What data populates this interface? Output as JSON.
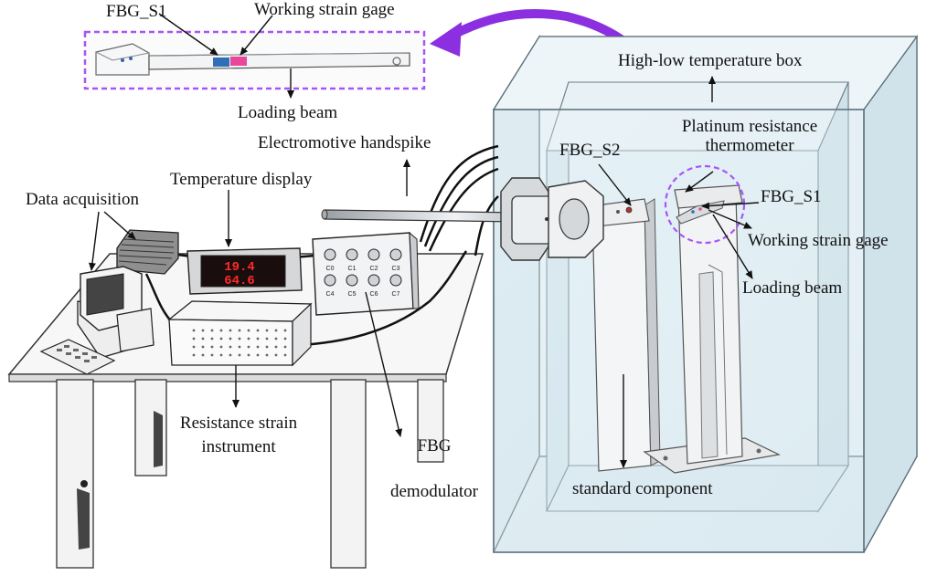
{
  "labels": {
    "fbg_s1_top": "FBG_S1",
    "working_strain_gage_top": "Working strain gage",
    "loading_beam_top": "Loading beam",
    "high_low_temp_box": "High-low temperature  box",
    "platinum_line1": "Platinum resistance",
    "platinum_line2": "thermometer",
    "electromotive_handspike": "Electromotive handspike",
    "fbg_s2": "FBG_S2",
    "fbg_s1_right": "FBG_S1",
    "temperature_display": "Temperature display",
    "data_acquisition": "Data acquisition",
    "working_strain_gage_right": "Working strain gage",
    "loading_beam_right": "Loading beam",
    "resistance_line1": "Resistance strain",
    "resistance_line2": "instrument",
    "fbg_demod_line1": "FBG",
    "fbg_demod_line2": "demodulator",
    "standard_component": "standard component"
  },
  "display": {
    "temp_row1": "19.4",
    "temp_row2": "64.6"
  },
  "demodulator_channels": [
    "C0",
    "C1",
    "C2",
    "C3",
    "C4",
    "C5",
    "C6",
    "C7"
  ],
  "colors": {
    "highlight_dashed": "#a855f7",
    "curved_arrow": "#8b2fe0",
    "box_glass": "#e6f1f6",
    "box_edge": "#5a6e78",
    "fbg_blue": "#2f6fb8",
    "strain_pink": "#e8479a",
    "display_red": "#ff2a2a"
  }
}
